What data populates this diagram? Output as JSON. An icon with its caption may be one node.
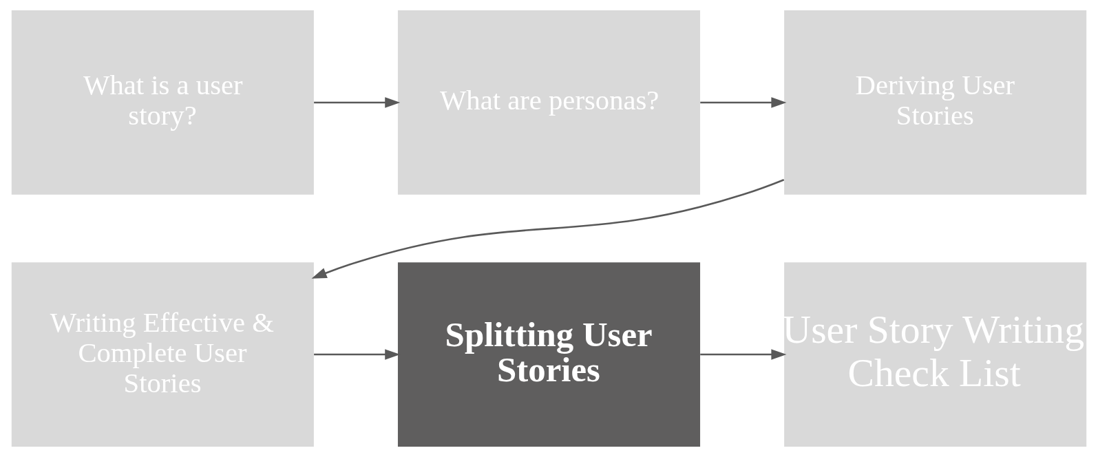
{
  "diagram": {
    "nodes": [
      {
        "text": [
          "What is a user story?"
        ]
      },
      {
        "text": [
          "What are personas?"
        ]
      },
      {
        "text": [
          "Deriving User Stories"
        ]
      },
      {
        "text": [
          "Writing Effective & Complete User Stories"
        ]
      },
      {
        "text": [
          "Splitting User Stories"
        ]
      },
      {
        "text": [
          "User Story Writing Check List"
        ]
      }
    ],
    "edges": [
      {
        "from": 0,
        "to": 1,
        "arrow": "to"
      },
      {
        "from": 1,
        "to": 2,
        "arrow": "to"
      },
      {
        "from": 2,
        "to": 3,
        "arrow": "to"
      },
      {
        "from": 3,
        "to": 4,
        "arrow": "to"
      },
      {
        "from": 4,
        "to": 5,
        "arrow": "to"
      }
    ]
  }
}
